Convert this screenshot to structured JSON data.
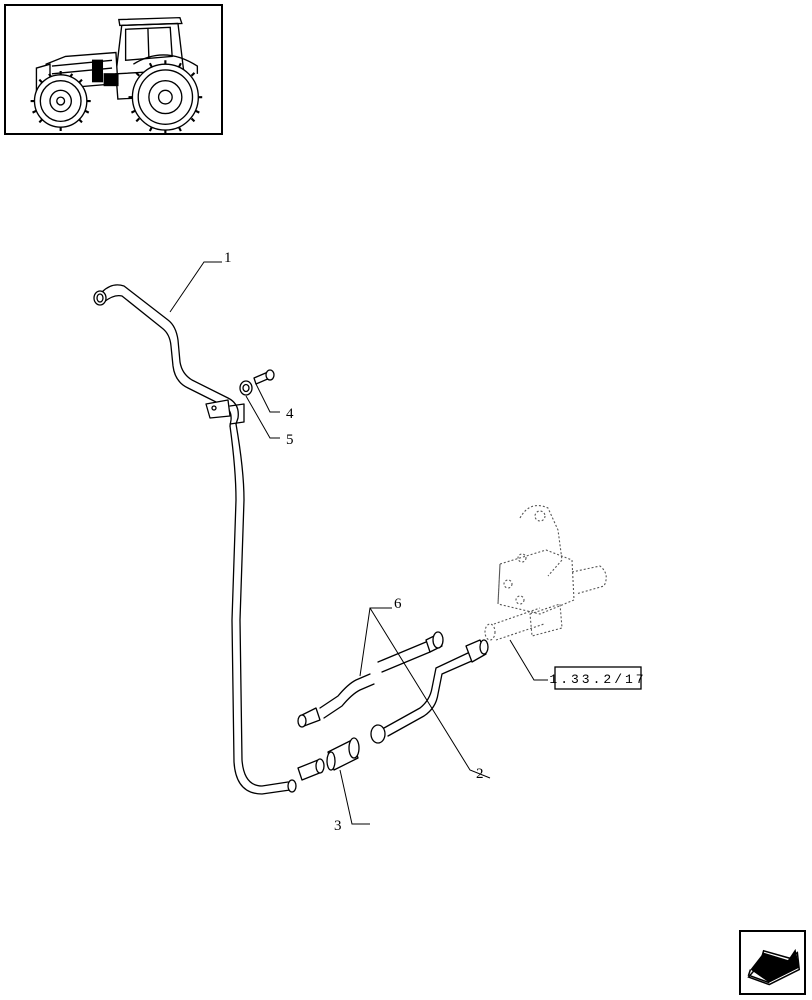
{
  "callouts": {
    "c1": "1",
    "c2": "2",
    "c3": "3",
    "c4": "4",
    "c5": "5",
    "c6": "6"
  },
  "reference": "1.33.2/17",
  "icons": {
    "thumbnail": "tractor-icon",
    "navigation": "next-page-arrow-icon"
  },
  "colors": {
    "line": "#000000",
    "dotted_ref": "#555555",
    "background": "#ffffff"
  }
}
